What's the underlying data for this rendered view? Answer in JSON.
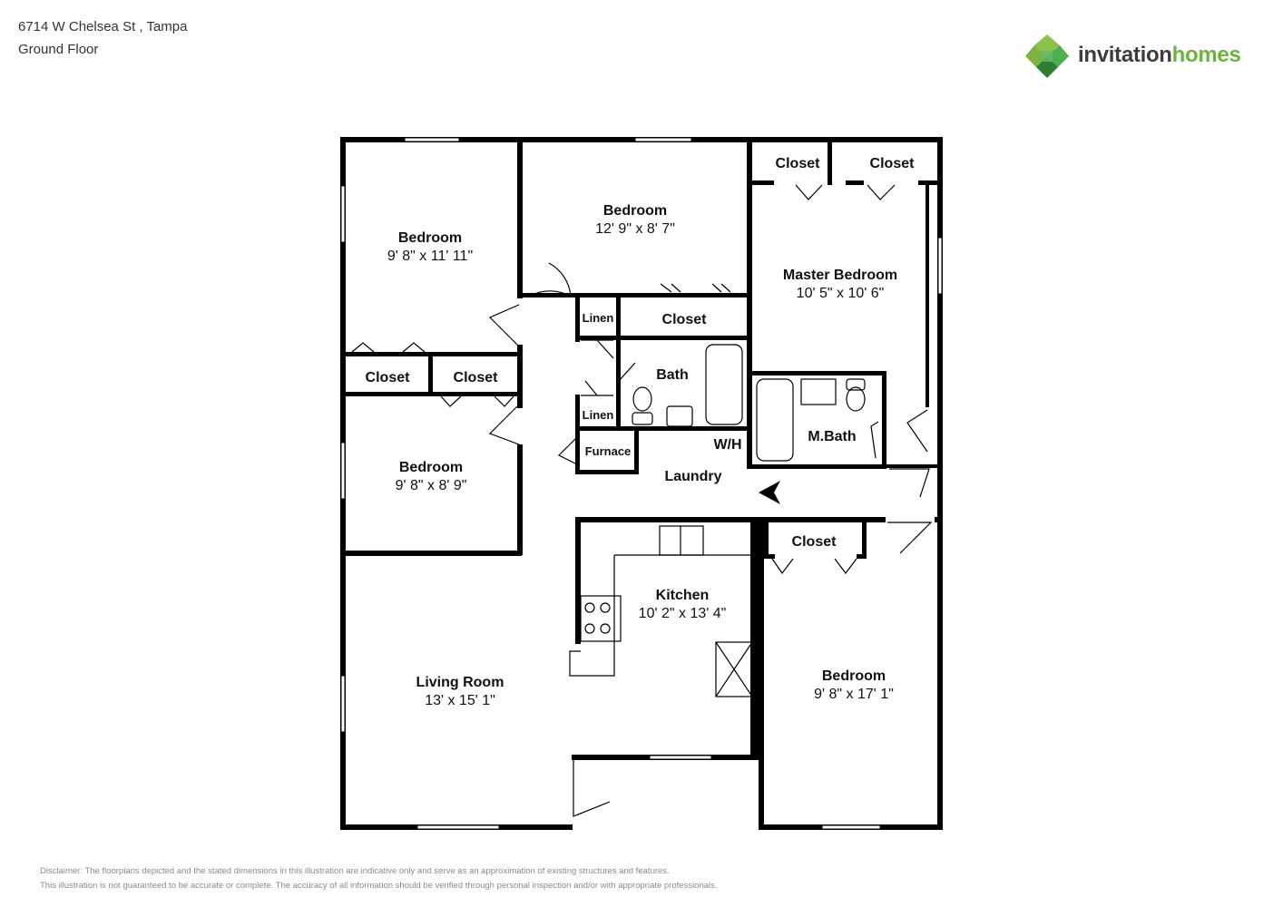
{
  "header": {
    "address": "6714 W Chelsea St , Tampa",
    "floor": "Ground Floor"
  },
  "logo": {
    "word1": "invitation",
    "word2": "homes",
    "colors": {
      "dark": "#3d3d3d",
      "green": "#6cb33f",
      "green_dark": "#2e7d32",
      "green_light": "#8bc34a"
    }
  },
  "rooms": {
    "bedroom_nw": {
      "name": "Bedroom",
      "dims": "9' 8\" x 11' 11\""
    },
    "bedroom_n": {
      "name": "Bedroom",
      "dims": "12' 9\" x 8' 7\""
    },
    "master_bedroom": {
      "name": "Master Bedroom",
      "dims": "10' 5\" x 10' 6\""
    },
    "bedroom_w": {
      "name": "Bedroom",
      "dims": "9' 8\" x 8' 9\""
    },
    "kitchen": {
      "name": "Kitchen",
      "dims": "10' 2\" x 13' 4\""
    },
    "living_room": {
      "name": "Living Room",
      "dims": "13' x 15' 1\""
    },
    "bedroom_se": {
      "name": "Bedroom",
      "dims": "9' 8\" x 17' 1\""
    },
    "bath": {
      "name": "Bath"
    },
    "master_bath": {
      "name": "M.Bath"
    },
    "laundry": {
      "name": "Laundry"
    },
    "walk_in": {
      "name": "W/H"
    },
    "furnace": {
      "name": "Furnace"
    },
    "linen_1": {
      "name": "Linen"
    },
    "linen_2": {
      "name": "Linen"
    },
    "closet_master_1": {
      "name": "Closet"
    },
    "closet_master_2": {
      "name": "Closet"
    },
    "closet_hall": {
      "name": "Closet"
    },
    "closet_w1": {
      "name": "Closet"
    },
    "closet_w2": {
      "name": "Closet"
    },
    "closet_se": {
      "name": "Closet"
    }
  },
  "disclaimer": {
    "line1": "Disclaimer: The floorplans depicted and the stated dimensions in this illustration are indicative only and serve as an approximation of existing structures and features.",
    "line2": "This illustration is not guaranteed to be accurate or complete. The accuracy of all information should be verified through personal inspection and/or with appropriate professionals."
  }
}
